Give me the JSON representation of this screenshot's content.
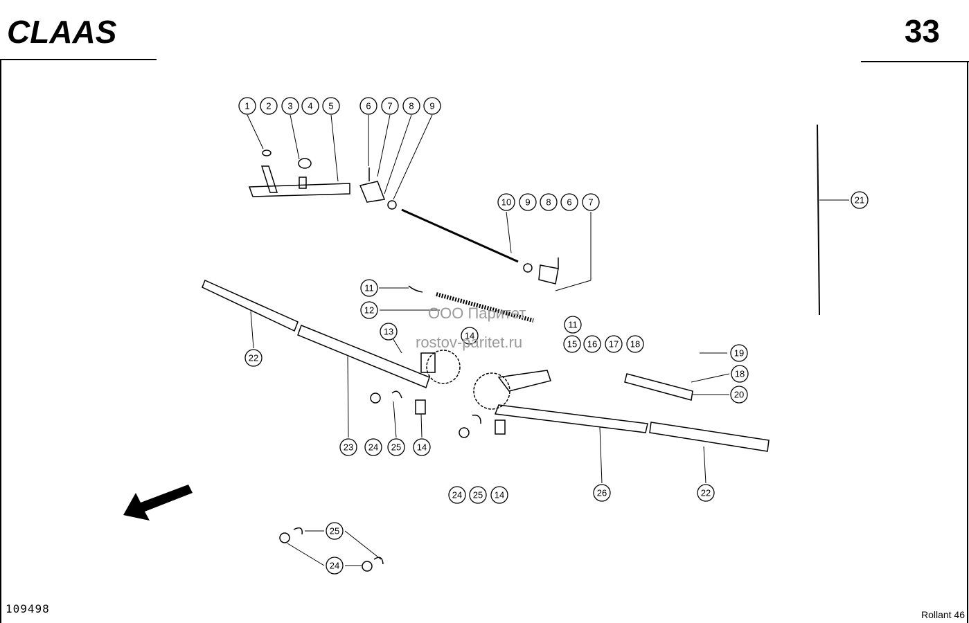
{
  "header": {
    "brand": "CLAAS",
    "page_number": "33"
  },
  "footer": {
    "doc_number": "109498",
    "model": "Rollant 46"
  },
  "watermark": {
    "line1": "ООО Паритет",
    "line2": "rostov-paritet.ru"
  },
  "callouts": [
    "1",
    "2",
    "3",
    "4",
    "5",
    "6",
    "7",
    "8",
    "9",
    "10",
    "9",
    "8",
    "6",
    "7",
    "11",
    "12",
    "13",
    "14",
    "11",
    "15",
    "16",
    "17",
    "18",
    "19",
    "18",
    "20",
    "21",
    "22",
    "23",
    "24",
    "25",
    "14",
    "24",
    "25",
    "14",
    "26",
    "22",
    "25",
    "24"
  ],
  "icons": {
    "direction_arrow": "arrow-down-left-icon"
  }
}
